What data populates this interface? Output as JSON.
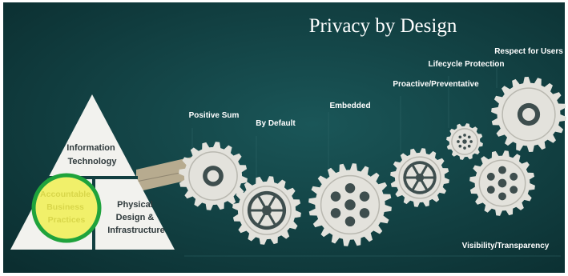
{
  "title": "Privacy by Design",
  "principles": {
    "positive_sum": "Positive Sum",
    "by_default": "By Default",
    "embedded": "Embedded",
    "proactive": "Proactive/Preventative",
    "lifecycle": "Lifecycle Protection",
    "respect": "Respect for Users",
    "visibility": "Visibility/Transparency"
  },
  "triangle": {
    "top": [
      "Information",
      "Technology"
    ],
    "left": [
      "Accountable",
      "Business",
      "Practices"
    ],
    "right": [
      "Physical",
      "Design &",
      "Infrastructure"
    ]
  },
  "colors": {
    "background": "#123f40",
    "gear": "#e3e2dc",
    "gear_dark": "#3e4e4e",
    "triangle": "#f2f2ee",
    "highlight_ring": "#1fa33c",
    "highlight_fill": "#f1f06a",
    "connector": "#b7ab8f"
  }
}
